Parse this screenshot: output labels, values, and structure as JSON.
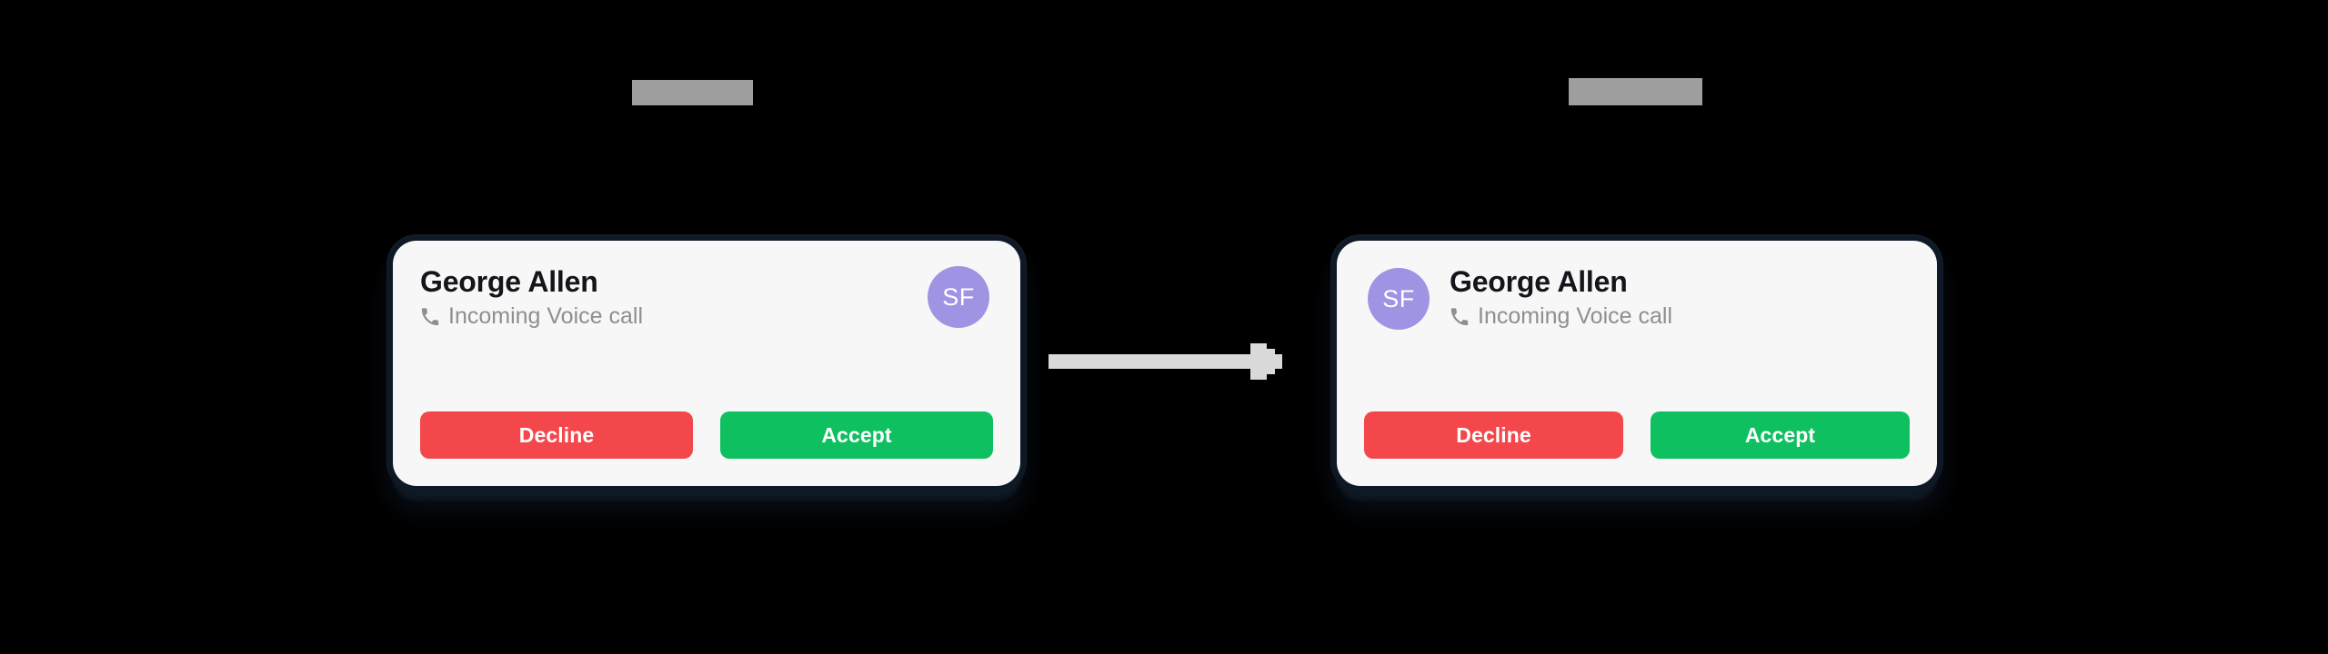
{
  "page": {
    "background_color": "#000000",
    "layout": "before-after-comparison"
  },
  "labels": {
    "before": {
      "text": "",
      "redacted": true,
      "color": "#9e9e9e"
    },
    "after": {
      "text": "",
      "redacted": true,
      "color": "#9e9e9e"
    }
  },
  "arrow": {
    "name": "right-arrow",
    "direction": "right",
    "color": "#d9d9d9"
  },
  "cards": {
    "before": {
      "variant": "avatar-right",
      "caller_name": "George Allen",
      "call_status": "Incoming Voice call",
      "status_icon": "phone-icon",
      "avatar": {
        "initials": "SF",
        "background_color": "#9f93e3",
        "text_color": "#ffffff"
      },
      "buttons": {
        "decline_label": "Decline",
        "decline_color": "#f4474b",
        "accept_label": "Accept",
        "accept_color": "#0fc061"
      },
      "surface_color": "#f7f7f7"
    },
    "after": {
      "variant": "avatar-left",
      "caller_name": "George Allen",
      "call_status": "Incoming Voice call",
      "status_icon": "phone-icon",
      "avatar": {
        "initials": "SF",
        "background_color": "#9f93e3",
        "text_color": "#ffffff"
      },
      "buttons": {
        "decline_label": "Decline",
        "decline_color": "#f4474b",
        "accept_label": "Accept",
        "accept_color": "#0fc061"
      },
      "surface_color": "#f7f7f7"
    }
  }
}
